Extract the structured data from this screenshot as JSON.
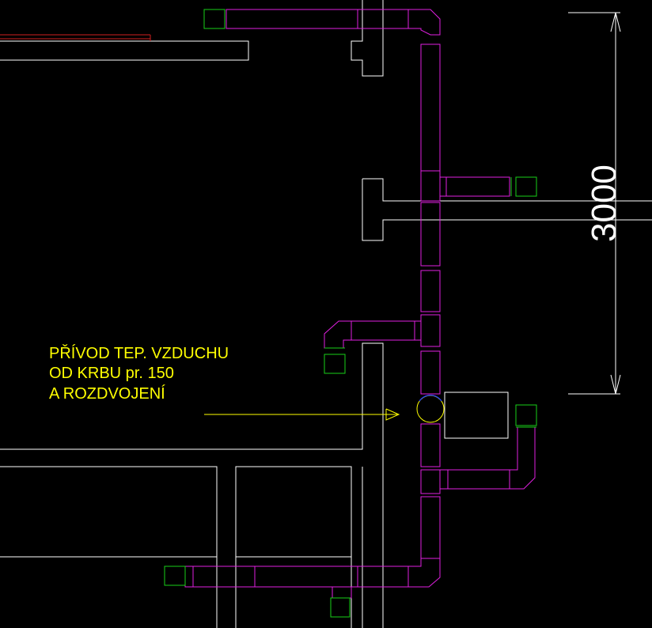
{
  "annotation": {
    "line1": "PŘÍVOD TEP. VZDUCHU",
    "line2": "OD KRBU pr. 150",
    "line3": "A ROZDVOJENÍ"
  },
  "dimension": {
    "value": "3000"
  },
  "colors": {
    "background": "#000000",
    "walls": "#ffffff",
    "ducts": "#e020e0",
    "outlets": "#18d018",
    "annotation": "#ffff00",
    "accent": "#d02020"
  }
}
